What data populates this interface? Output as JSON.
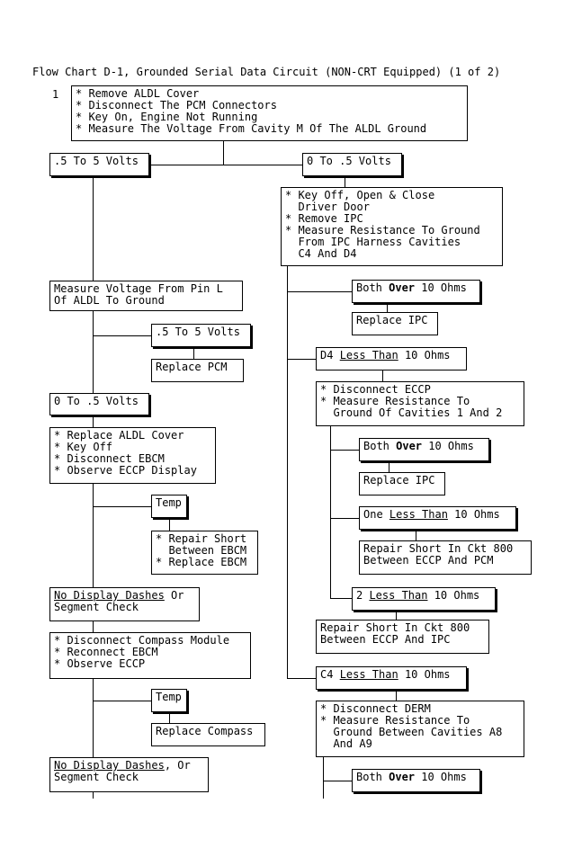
{
  "title": "Flow Chart D-1, Grounded Serial Data Circuit (NON-CRT Equipped) (1 of 2)",
  "step_number": "1",
  "common": {
    "pre": "",
    "over": "Over",
    "less_than": "Less Than",
    "ten_ohms": " 10 Ohms",
    "no_display_dashes": "No Display Dashes",
    "or_segment": " Or\nSegment Check",
    "comma_or_segment": ", Or\nSegment Check",
    "temp": "Temp",
    "replace_ipc": "Replace IPC"
  },
  "boxes": {
    "step1": "* Remove ALDL Cover\n* Disconnect The PCM Connectors\n* Key On, Engine Not Running\n* Measure The Voltage From Cavity M Of The ALDL Ground",
    "v05to5_a": ".5 To 5 Volts",
    "v0to05_a": "0 To .5 Volts",
    "key_off_ipc": "* Key Off, Open & Close\n  Driver Door\n* Remove IPC\n* Measure Resistance To Ground\n  From IPC Harness Cavities\n  C4 And D4",
    "measure_pin_l": "Measure Voltage From Pin L\nOf ALDL To Ground",
    "both_label": "Both ",
    "d4_label": "D4 ",
    "v05to5_b": ".5 To 5 Volts",
    "replace_pcm": "Replace PCM",
    "disc_eccp": "* Disconnect ECCP\n* Measure Resistance To\n  Ground Of Cavities 1 And 2",
    "v0to05_b": "0 To .5 Volts",
    "replace_aldl": "* Replace ALDL Cover\n* Key Off\n* Disconnect EBCM\n* Observe ECCP Display",
    "one_label": "One ",
    "repair_800_pcm": "Repair Short In Ckt 800\nBetween ECCP And PCM",
    "repair_ebcm": "* Repair Short\n  Between EBCM\n* Replace EBCM",
    "two_label": "2 ",
    "repair_800_ipc": "Repair Short In Ckt 800\nBetween ECCP And IPC",
    "disc_compass": "* Disconnect Compass Module\n* Reconnect EBCM\n* Observe ECCP",
    "c4_label": "C4 ",
    "disc_derm": "* Disconnect DERM\n* Measure Resistance To\n  Ground Between Cavities A8\n  And A9",
    "replace_compass": "Replace Compass"
  }
}
